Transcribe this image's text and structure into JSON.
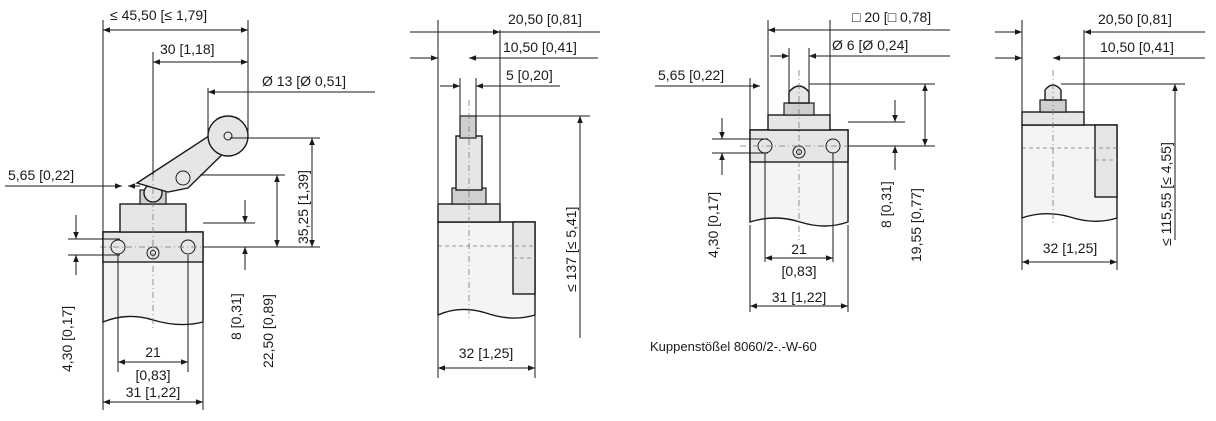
{
  "views": {
    "roller_lever": {
      "width_overall": "≤ 45,50 [≤ 1,79]",
      "roller_offset": "30 [1,18]",
      "roller_diameter": "Ø 13 [Ø 0,51]",
      "mount_offset": "5,65 [0,22]",
      "hole_offset": "4,30 [0,17]",
      "hole_spacing_a": "21",
      "hole_spacing_b": "[0,83]",
      "body_width": "31 [1,22]",
      "hole_height": "8 [0,31]",
      "lever_height": "35,25 [1,39]",
      "actuator_height": "22,50 [0,89]"
    },
    "side_plunger": {
      "top_offset": "20,50 [0,81]",
      "mid_offset": "10,50 [0,41]",
      "plunger_width": "5 [0,20]",
      "total_height": "≤ 137 [≤ 5,41]",
      "body_depth": "32 [1,25]"
    },
    "dome_plunger": {
      "square": "□ 20 [□ 0,78]",
      "plunger_diameter": "Ø 6 [Ø 0,24]",
      "mount_offset": "5,65 [0,22]",
      "hole_offset": "4,30 [0,17]",
      "hole_spacing_a": "21",
      "hole_spacing_b": "[0,83]",
      "body_width": "31 [1,22]",
      "hole_height": "8 [0,31]",
      "plunger_height": "19,55 [0,77]",
      "caption": "Kuppenstößel 8060/2-.-W-60"
    },
    "dome_side": {
      "top_offset": "20,50 [0,81]",
      "mid_offset": "10,50 [0,41]",
      "total_height": "≤ 115,55 [≤ 4,55]",
      "body_depth": "32 [1,25]"
    }
  }
}
